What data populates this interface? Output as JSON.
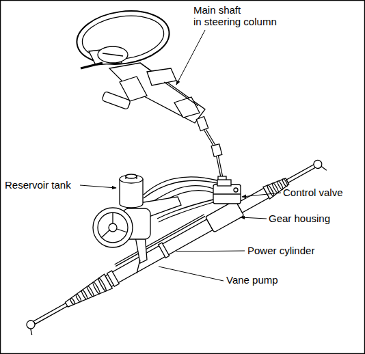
{
  "diagram": {
    "labels": [
      "Main shaft in steering column",
      "Reservoir tank",
      "Control valve",
      "Gear housing",
      "Power cylinder",
      "Vane pump"
    ]
  }
}
